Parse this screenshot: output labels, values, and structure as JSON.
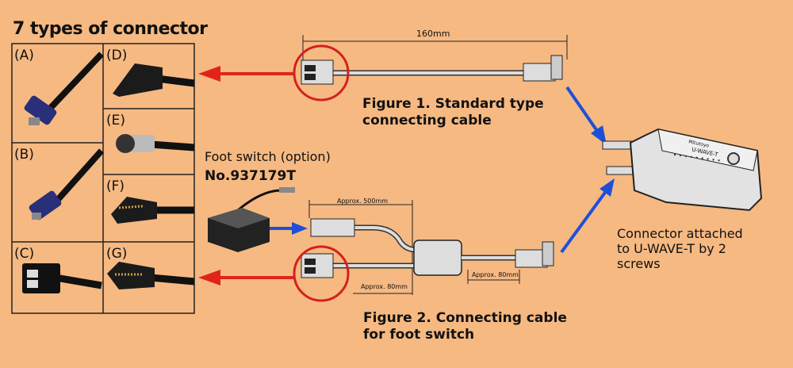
{
  "connector_panel": {
    "title": "7 types of connector",
    "cells": [
      "(A)",
      "(B)",
      "(C)",
      "(D)",
      "(E)",
      "(F)",
      "(G)"
    ]
  },
  "figure1": {
    "length_label": "160mm",
    "caption_line1": "Figure 1. Standard type",
    "caption_line2": "connecting cable"
  },
  "figure2": {
    "dim_top": "Approx. 500mm",
    "dim_bottom_left": "Approx. 80mm",
    "dim_bottom_right": "Approx. 80mm",
    "caption_line1": "Figure 2. Connecting cable",
    "caption_line2": "for foot switch"
  },
  "foot_switch": {
    "label": "Foot switch (option)",
    "part_number": "No.937179T"
  },
  "uwave": {
    "brand": "Mitutoyo",
    "model": "U-WAVE-T",
    "note_line1": "Connector attached",
    "note_line2": "to U-WAVE-T by 2",
    "note_line3": "screws"
  },
  "colors": {
    "background": "#f6b982",
    "red_arrow": "#e0241b",
    "blue_arrow": "#1e4fd8",
    "highlight_circle": "#d42020"
  }
}
